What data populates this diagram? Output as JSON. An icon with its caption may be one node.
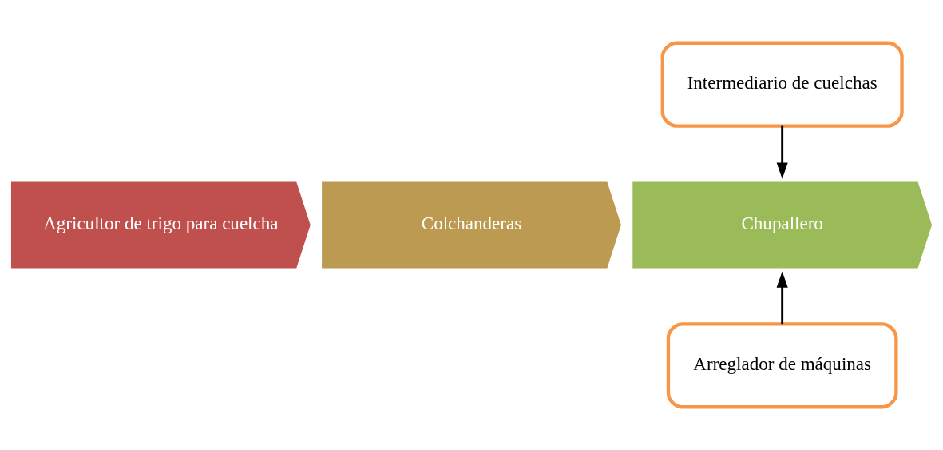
{
  "diagram": {
    "nodes": [
      {
        "text": [
          "Agricultor de trigo para cuelcha"
        ]
      },
      {
        "text": [
          "Colchanderas"
        ]
      },
      {
        "text": [
          "Chupallero"
        ]
      },
      {
        "text": [
          "Intermediario de cuelchas"
        ]
      },
      {
        "text": [
          "Arreglador de máquinas"
        ]
      }
    ],
    "edges": [
      {
        "from": 3,
        "to": 2,
        "arrow": "to"
      },
      {
        "from": 4,
        "to": 2,
        "arrow": "to"
      }
    ]
  }
}
